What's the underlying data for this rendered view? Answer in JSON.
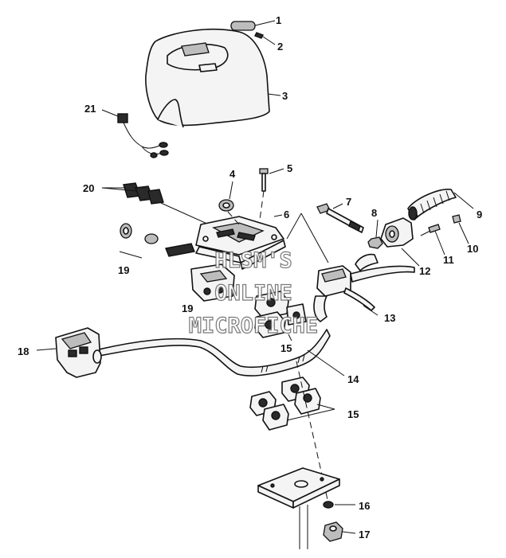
{
  "callouts": [
    "1",
    "2",
    "3",
    "4",
    "5",
    "6",
    "7",
    "8",
    "9",
    "10",
    "11",
    "12",
    "13",
    "14",
    "15",
    "15",
    "16",
    "17",
    "18",
    "19",
    "19",
    "20",
    "21"
  ],
  "watermark": {
    "line1": "HLSM'S",
    "line2": "ONLINE",
    "line3": "MICROFICHE"
  }
}
